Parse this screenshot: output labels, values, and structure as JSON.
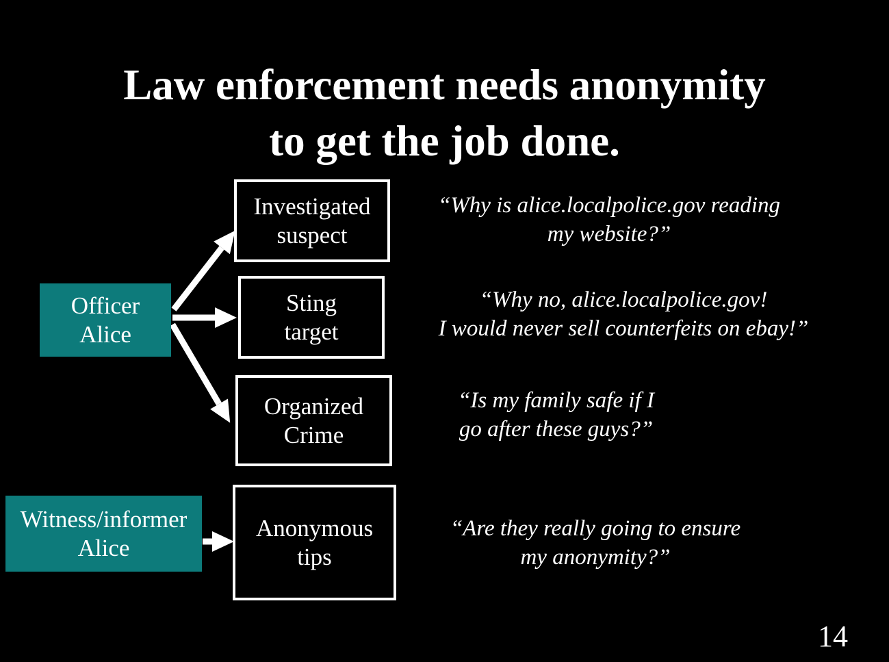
{
  "slide": {
    "title": {
      "line1": "Law enforcement needs anonymity",
      "line2": "to get the job done."
    },
    "page_number": "14",
    "colors": {
      "background": "#000000",
      "actor_box_fill": "#0d7b7b",
      "box_border": "#ffffff",
      "text": "#ffffff"
    }
  },
  "diagram": {
    "actors": [
      {
        "id": "officer-alice",
        "line1": "Officer",
        "line2": "Alice"
      },
      {
        "id": "witness-alice",
        "line1": "Witness/informer",
        "line2": "Alice"
      }
    ],
    "targets": [
      {
        "id": "investigated-suspect",
        "line1": "Investigated",
        "line2": "suspect"
      },
      {
        "id": "sting-target",
        "line1": "Sting",
        "line2": "target"
      },
      {
        "id": "organized-crime",
        "line1": "Organized",
        "line2": "Crime"
      },
      {
        "id": "anonymous-tips",
        "line1": "Anonymous",
        "line2": "tips"
      }
    ],
    "arrows": [
      {
        "from": "officer-alice",
        "to": "investigated-suspect"
      },
      {
        "from": "officer-alice",
        "to": "sting-target"
      },
      {
        "from": "officer-alice",
        "to": "organized-crime"
      },
      {
        "from": "witness-alice",
        "to": "anonymous-tips"
      }
    ]
  },
  "quotes": [
    {
      "line1": "“Why is alice.localpolice.gov reading",
      "line2": "my website?”"
    },
    {
      "line1": "“Why no, alice.localpolice.gov!",
      "line2": "I would never sell counterfeits on ebay!”"
    },
    {
      "line1": "“Is my family safe if I",
      "line2": "go after these guys?”"
    },
    {
      "line1": "“Are they really going to ensure",
      "line2": "my anonymity?”"
    }
  ]
}
